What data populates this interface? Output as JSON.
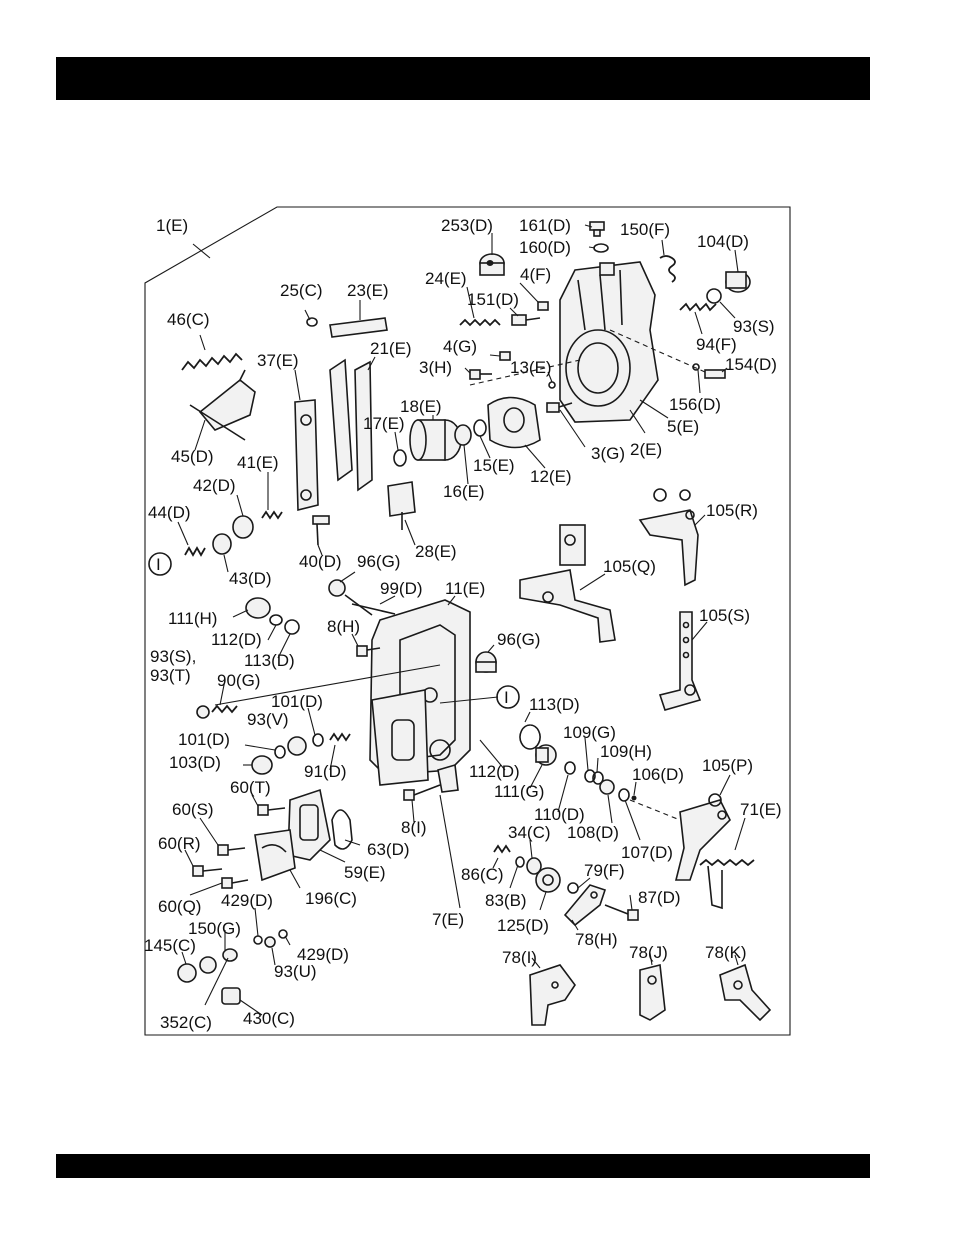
{
  "header_bar": {
    "text": ""
  },
  "footer_bar": {
    "text": ""
  },
  "diagram": {
    "type": "exploded-parts-view",
    "callouts": [
      "1(E)",
      "253(D)",
      "161(D)",
      "160(D)",
      "150(F)",
      "104(D)",
      "24(E)",
      "4(F)",
      "151(D)",
      "94(F)",
      "93(S)",
      "25(C)",
      "23(E)",
      "46(C)",
      "21(E)",
      "4(G)",
      "37(E)",
      "3(H)",
      "13(E)",
      "154(D)",
      "156(D)",
      "18(E)",
      "5(E)",
      "17(E)",
      "3(G)",
      "2(E)",
      "15(E)",
      "12(E)",
      "45(D)",
      "41(E)",
      "16(E)",
      "42(D)",
      "44(D)",
      "105(R)",
      "28(E)",
      "40(D)",
      "96(G)",
      "43(D)",
      "105(Q)",
      "99(D)",
      "11(E)",
      "111(H)",
      "105(S)",
      "112(D)",
      "8(H)",
      "96(G)",
      "93(S),",
      "113(D)",
      "93(T)",
      "90(G)",
      "101(D)",
      "113(D)",
      "93(V)",
      "109(G)",
      "101(D)",
      "109(H)",
      "103(D)",
      "91(D)",
      "112(D)",
      "105(P)",
      "106(D)",
      "60(T)",
      "111(G)",
      "71(E)",
      "110(D)",
      "60(S)",
      "108(D)",
      "8(I)",
      "34(C)",
      "107(D)",
      "63(D)",
      "60(R)",
      "59(E)",
      "86(C)",
      "79(F)",
      "196(C)",
      "87(D)",
      "60(Q)",
      "429(D)",
      "83(B)",
      "125(D)",
      "7(E)",
      "150(G)",
      "78(H)",
      "145(C)",
      "429(D)",
      "78(I)",
      "78(J)",
      "78(K)",
      "93(U)",
      "352(C)",
      "430(C)"
    ],
    "reference_marks": [
      "I",
      "I"
    ]
  }
}
